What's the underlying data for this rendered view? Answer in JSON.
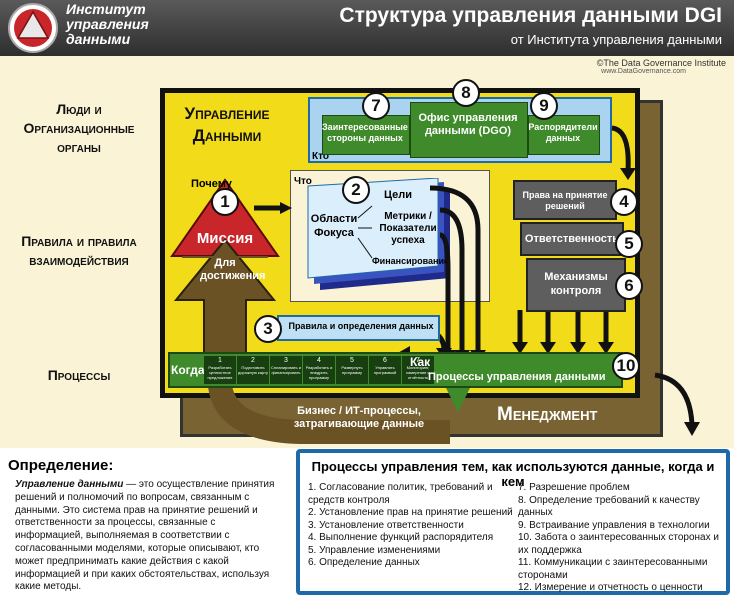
{
  "header": {
    "logo_text": "Институт управления данными",
    "title": "Структура управления данными DGI",
    "subtitle": "от Института управления данными",
    "copyright": "©The Data Governance Institute",
    "copyright_url": "www.DataGovernance.com"
  },
  "row_labels": {
    "people": "Люди и Организационные органы",
    "rules": "Правила и правила взаимодействия",
    "processes": "Процессы"
  },
  "governance": {
    "title": "Управление Данными",
    "who": "Кто",
    "what": "Что",
    "why": "Почему",
    "when": "Когда",
    "how": "Как",
    "stakeholders": "Заинтересованные стороны данных",
    "dgo": "Офис управления данными (DGO)",
    "stewards": "Распорядители данных",
    "focus_areas": "Области Фокуса",
    "goals": "Цели",
    "metrics": "Метрики / Показатели успеха",
    "funding": "Финансирование",
    "mission": "Миссия",
    "for_achievement": "Для достижения",
    "decision_rights": "Права на принятие решений",
    "accountability": "Ответственность",
    "controls": "Механизмы контроля",
    "rules_definitions": "Правила и определения данных",
    "processes": "Процессы управления данными",
    "business_processes": "Бизнес / ИТ-процессы, затрагивающие данные",
    "management": "Менеджмент",
    "numbers": [
      "1",
      "2",
      "3",
      "4",
      "5",
      "6",
      "7",
      "8",
      "9",
      "10"
    ],
    "steps": [
      {
        "n": "1",
        "label": "Разработать ценностное предложение"
      },
      {
        "n": "2",
        "label": "Подготовить дорожную карту"
      },
      {
        "n": "3",
        "label": "Спланировать и финансировать"
      },
      {
        "n": "4",
        "label": "Разработать и внедрить программу"
      },
      {
        "n": "5",
        "label": "Развернуть программу"
      },
      {
        "n": "6",
        "label": "Управлять программой"
      },
      {
        "n": "7",
        "label": "Мониторинг, измерение и отчётность"
      }
    ]
  },
  "definition": {
    "title": "Определение:",
    "term": "Управление данными",
    "text": " — это осуществление принятия решений и полномочий по вопросам, связанным с данными. Это система прав на принятие решений и ответственности за процессы, связанные с информацией, выполняемая в соответствии с согласованными моделями, которые описывают, кто может предпринимать какие действия с какой информацией и при каких обстоятельствах, используя какие методы."
  },
  "process_list": {
    "title": "Процессы управления тем, как используются данные, когда и кем",
    "left": [
      "1. Согласование политик, требований и средств контроля",
      "2. Установление прав на принятие решений",
      "3. Установление ответственности",
      "4. Выполнение функций распорядителя",
      "5. Управление изменениями",
      "6. Определение данных"
    ],
    "right": [
      "7. Разрешение проблем",
      "8. Определение требований к качеству данных",
      "9. Встраивание управления в технологии",
      "10. Забота о заинтересованных сторонах и их поддержка",
      "11. Коммуникации с заинтересованными сторонами",
      "12. Измерение и отчетность о ценности"
    ]
  },
  "colors": {
    "yellow": "#f2dc1a",
    "green": "#3f8a2a",
    "blue": "#1e6aa8",
    "brown": "#7a6332",
    "mission_red": "#c8262a"
  }
}
